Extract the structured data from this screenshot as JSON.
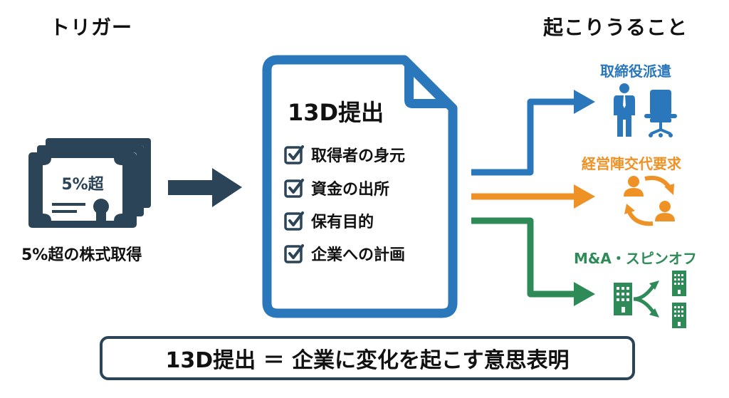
{
  "headings": {
    "trigger": "トリガー",
    "outcomes": "起こりうること"
  },
  "trigger": {
    "certificate_text": "5%超",
    "label": "5%超の株式取得",
    "icon": "stock-certificate-icon",
    "color": "#2b4457"
  },
  "document": {
    "title": "13D提出",
    "icon": "document-icon",
    "color": "#2a77bb",
    "checklist": [
      {
        "label": "取得者の身元",
        "checked": true
      },
      {
        "label": "資金の出所",
        "checked": true
      },
      {
        "label": "保有目的",
        "checked": true
      },
      {
        "label": "企業への計画",
        "checked": true
      }
    ]
  },
  "outcomes": [
    {
      "label": "取締役派遣",
      "icon": "director-and-chair-icon",
      "color": "#2a77bb"
    },
    {
      "label": "経営陣交代要求",
      "icon": "management-swap-icon",
      "color": "#ef9226"
    },
    {
      "label": "M&A・スピンオフ",
      "icon": "company-split-icon",
      "color": "#2e8b57"
    }
  ],
  "banner": {
    "text": "13D提出 ＝ 企業に変化を起こす意思表明"
  }
}
